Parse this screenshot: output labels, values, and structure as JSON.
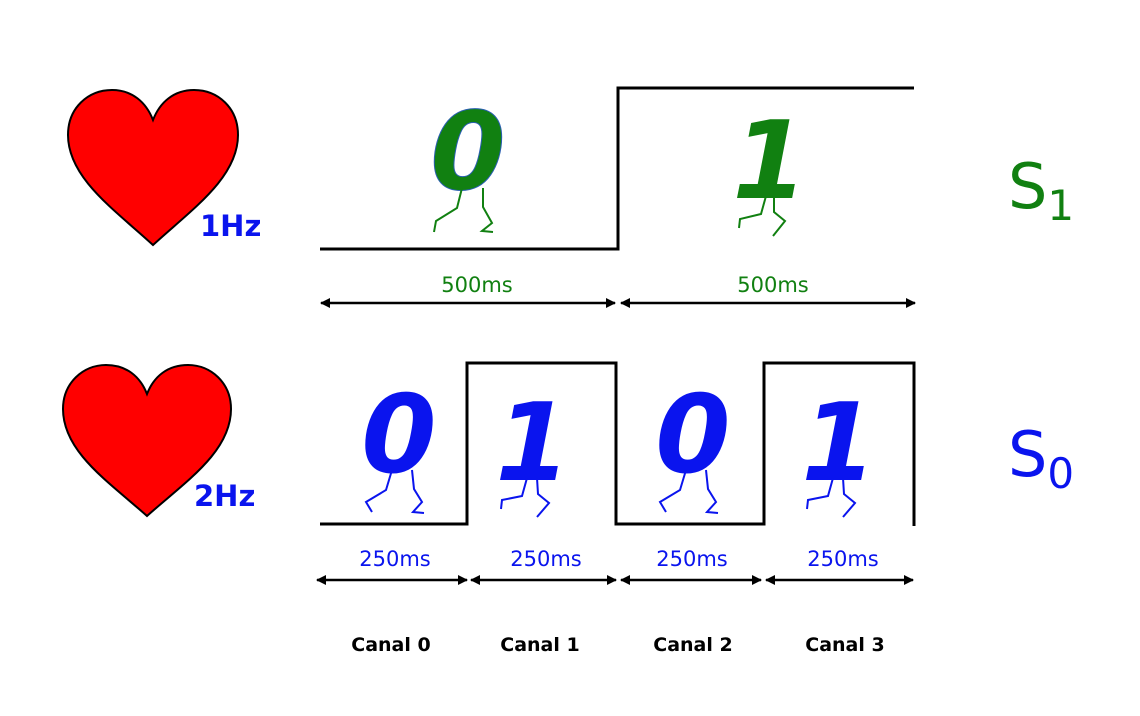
{
  "colors": {
    "green": "#118011",
    "blue": "#0a14ee",
    "heart": "#ff0000",
    "line": "#000000"
  },
  "top": {
    "frequency": "1Hz",
    "signal_base": "S",
    "signal_sub": "1",
    "bits": [
      "0",
      "1"
    ],
    "durations": [
      "500ms",
      "500ms"
    ]
  },
  "bottom": {
    "frequency": "2Hz",
    "signal_base": "S",
    "signal_sub": "0",
    "bits": [
      "0",
      "1",
      "0",
      "1"
    ],
    "durations": [
      "250ms",
      "250ms",
      "250ms",
      "250ms"
    ]
  },
  "channels": [
    "Canal 0",
    "Canal 1",
    "Canal 2",
    "Canal 3"
  ]
}
